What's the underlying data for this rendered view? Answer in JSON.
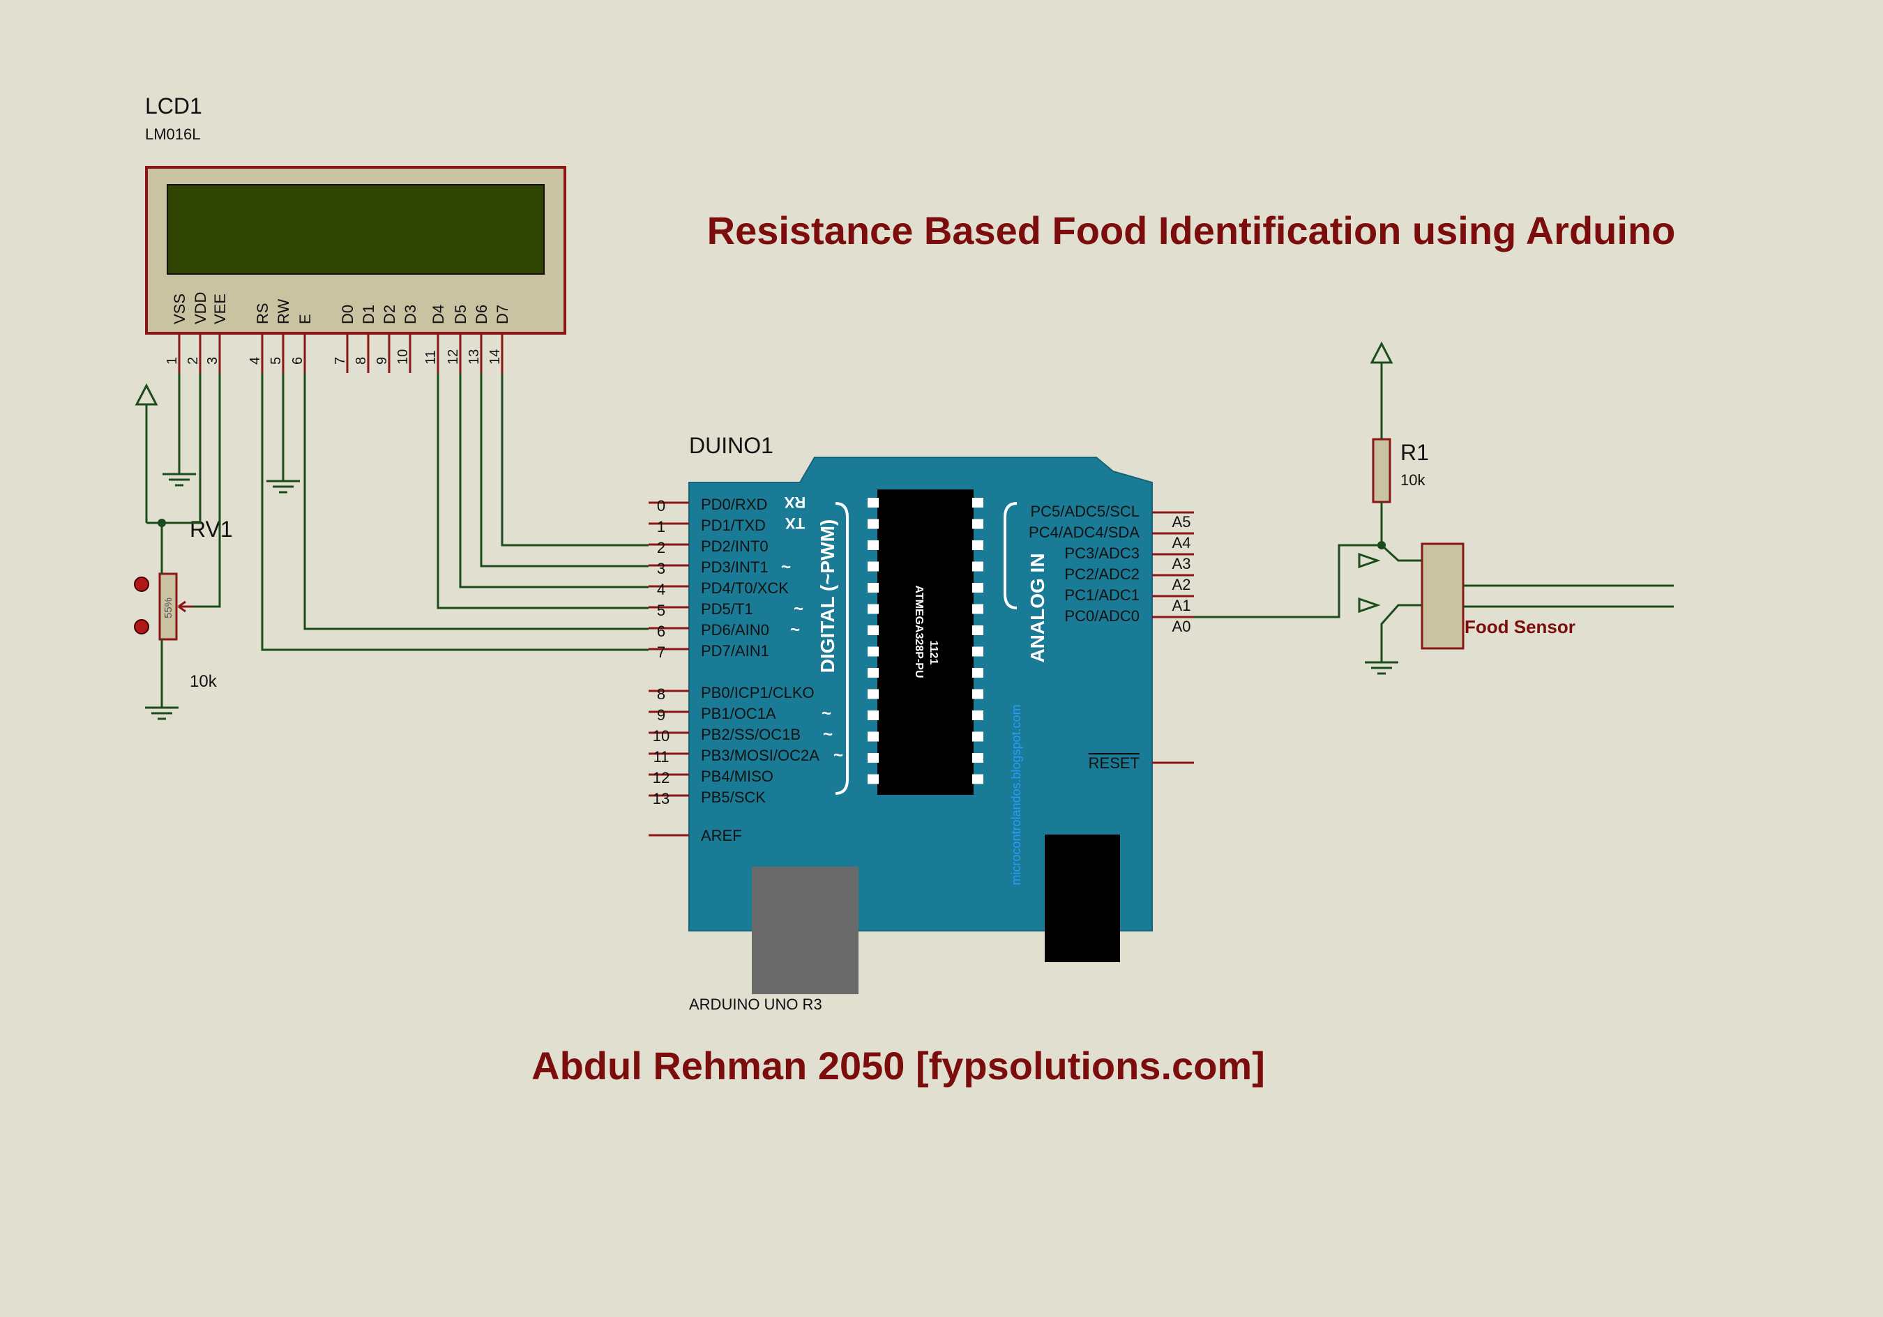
{
  "title": "Resistance Based Food Identification using Arduino",
  "footer": "Abdul Rehman 2050 [fypsolutions.com]",
  "colors": {
    "background": "#e1dfd0",
    "wire": "#1c4c1c",
    "pin": "#8b1616",
    "title": "#7b0d0d",
    "component_fill": "#c9c3a2",
    "lcd_screen": "#2e4400",
    "board": "#1a7b96",
    "chip": "#000000",
    "usb": "#6a6a6a"
  },
  "lcd": {
    "ref": "LCD1",
    "model": "LM016L",
    "pin_labels": [
      "VSS",
      "VDD",
      "VEE",
      "RS",
      "RW",
      "E",
      "D0",
      "D1",
      "D2",
      "D3",
      "D4",
      "D5",
      "D6",
      "D7"
    ],
    "pin_numbers": [
      "1",
      "2",
      "3",
      "4",
      "5",
      "6",
      "7",
      "8",
      "9",
      "10",
      "11",
      "12",
      "13",
      "14"
    ]
  },
  "pot": {
    "ref": "RV1",
    "value": "10k",
    "percent": "55%"
  },
  "arduino": {
    "ref": "DUINO1",
    "name": "ARDUINO UNO R3",
    "chip_label": "ATMEGA328P-PU",
    "chip_code": "1121",
    "watermark": "microcontrolandos.blogspot.com",
    "digital_label": "DIGITAL (~PWM)",
    "analog_label": "ANALOG IN",
    "rx": "RX",
    "tx": "TX",
    "tilde": "~",
    "digital_pins": [
      {
        "num": "0",
        "name": "PD0/RXD"
      },
      {
        "num": "1",
        "name": "PD1/TXD"
      },
      {
        "num": "2",
        "name": "PD2/INT0"
      },
      {
        "num": "3",
        "name": "PD3/INT1"
      },
      {
        "num": "4",
        "name": "PD4/T0/XCK"
      },
      {
        "num": "5",
        "name": "PD5/T1"
      },
      {
        "num": "6",
        "name": "PD6/AIN0"
      },
      {
        "num": "7",
        "name": "PD7/AIN1"
      },
      {
        "num": "8",
        "name": "PB0/ICP1/CLKO"
      },
      {
        "num": "9",
        "name": "PB1/OC1A"
      },
      {
        "num": "10",
        "name": "PB2/SS/OC1B"
      },
      {
        "num": "11",
        "name": "PB3/MOSI/OC2A"
      },
      {
        "num": "12",
        "name": "PB4/MISO"
      },
      {
        "num": "13",
        "name": "PB5/SCK"
      }
    ],
    "aref": "AREF",
    "analog_pins": [
      {
        "num": "A5",
        "name": "PC5/ADC5/SCL"
      },
      {
        "num": "A4",
        "name": "PC4/ADC4/SDA"
      },
      {
        "num": "A3",
        "name": "PC3/ADC3"
      },
      {
        "num": "A2",
        "name": "PC2/ADC2"
      },
      {
        "num": "A1",
        "name": "PC1/ADC1"
      },
      {
        "num": "A0",
        "name": "PC0/ADC0"
      }
    ],
    "reset": "RESET"
  },
  "r1": {
    "ref": "R1",
    "value": "10k"
  },
  "sensor": {
    "label": "Food Sensor"
  }
}
